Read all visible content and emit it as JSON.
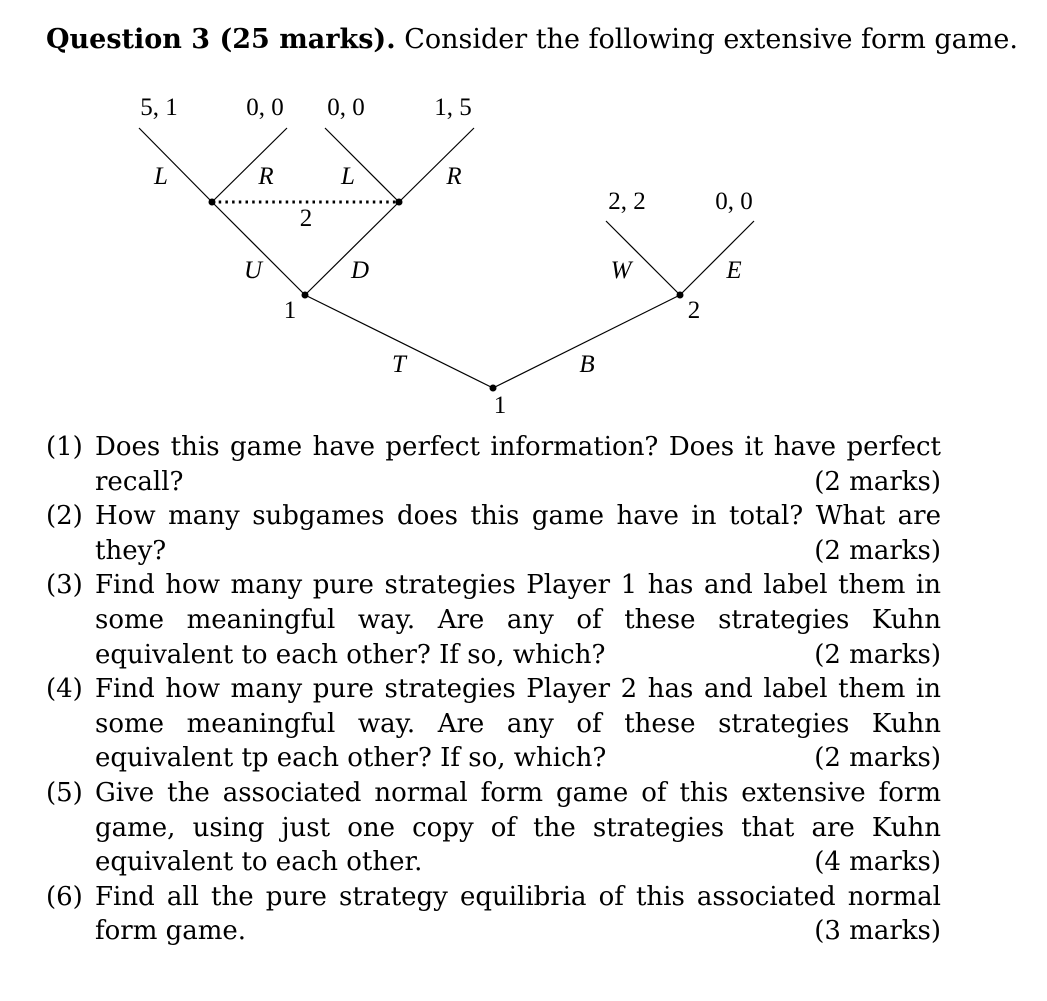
{
  "header": {
    "question_label": "Question 3 (25 marks).",
    "intro": "Consider the following extensive form game."
  },
  "game_tree": {
    "payoffs": [
      "5, 1",
      "0, 0",
      "0, 0",
      "1, 5",
      "2, 2",
      "0, 0"
    ],
    "actions": {
      "L1": "L",
      "R1": "R",
      "L2": "L",
      "R2": "R",
      "U": "U",
      "D": "D",
      "T": "T",
      "B": "B",
      "W": "W",
      "E": "E"
    },
    "players": {
      "root": "1",
      "left_node": "1",
      "info_set": "2",
      "right_node": "2"
    }
  },
  "questions": [
    {
      "num": "(1)",
      "text": "Does this game have perfect information? Does it have perfect recall?",
      "marks": "(2 marks)"
    },
    {
      "num": "(2)",
      "text": "How many subgames does this game have in total? What are they?",
      "marks": "(2 marks)"
    },
    {
      "num": "(3)",
      "text": "Find how many pure strategies Player 1 has and label them in some meaningful way. Are any of these strategies Kuhn equivalent to each other? If so, which?",
      "marks": "(2 marks)"
    },
    {
      "num": "(4)",
      "text": "Find how many pure strategies Player 2 has and label them in some meaningful way. Are any of these strategies Kuhn equivalent tp each other? If so, which?",
      "marks": "(2 marks)"
    },
    {
      "num": "(5)",
      "text": "Give the associated normal form game of this extensive form game, using just one copy of the strategies that are Kuhn equivalent to each other.",
      "marks": "(4 marks)"
    },
    {
      "num": "(6)",
      "text": "Find all the pure strategy equilibria of this associated normal form game.",
      "marks": "(3 marks)"
    }
  ]
}
